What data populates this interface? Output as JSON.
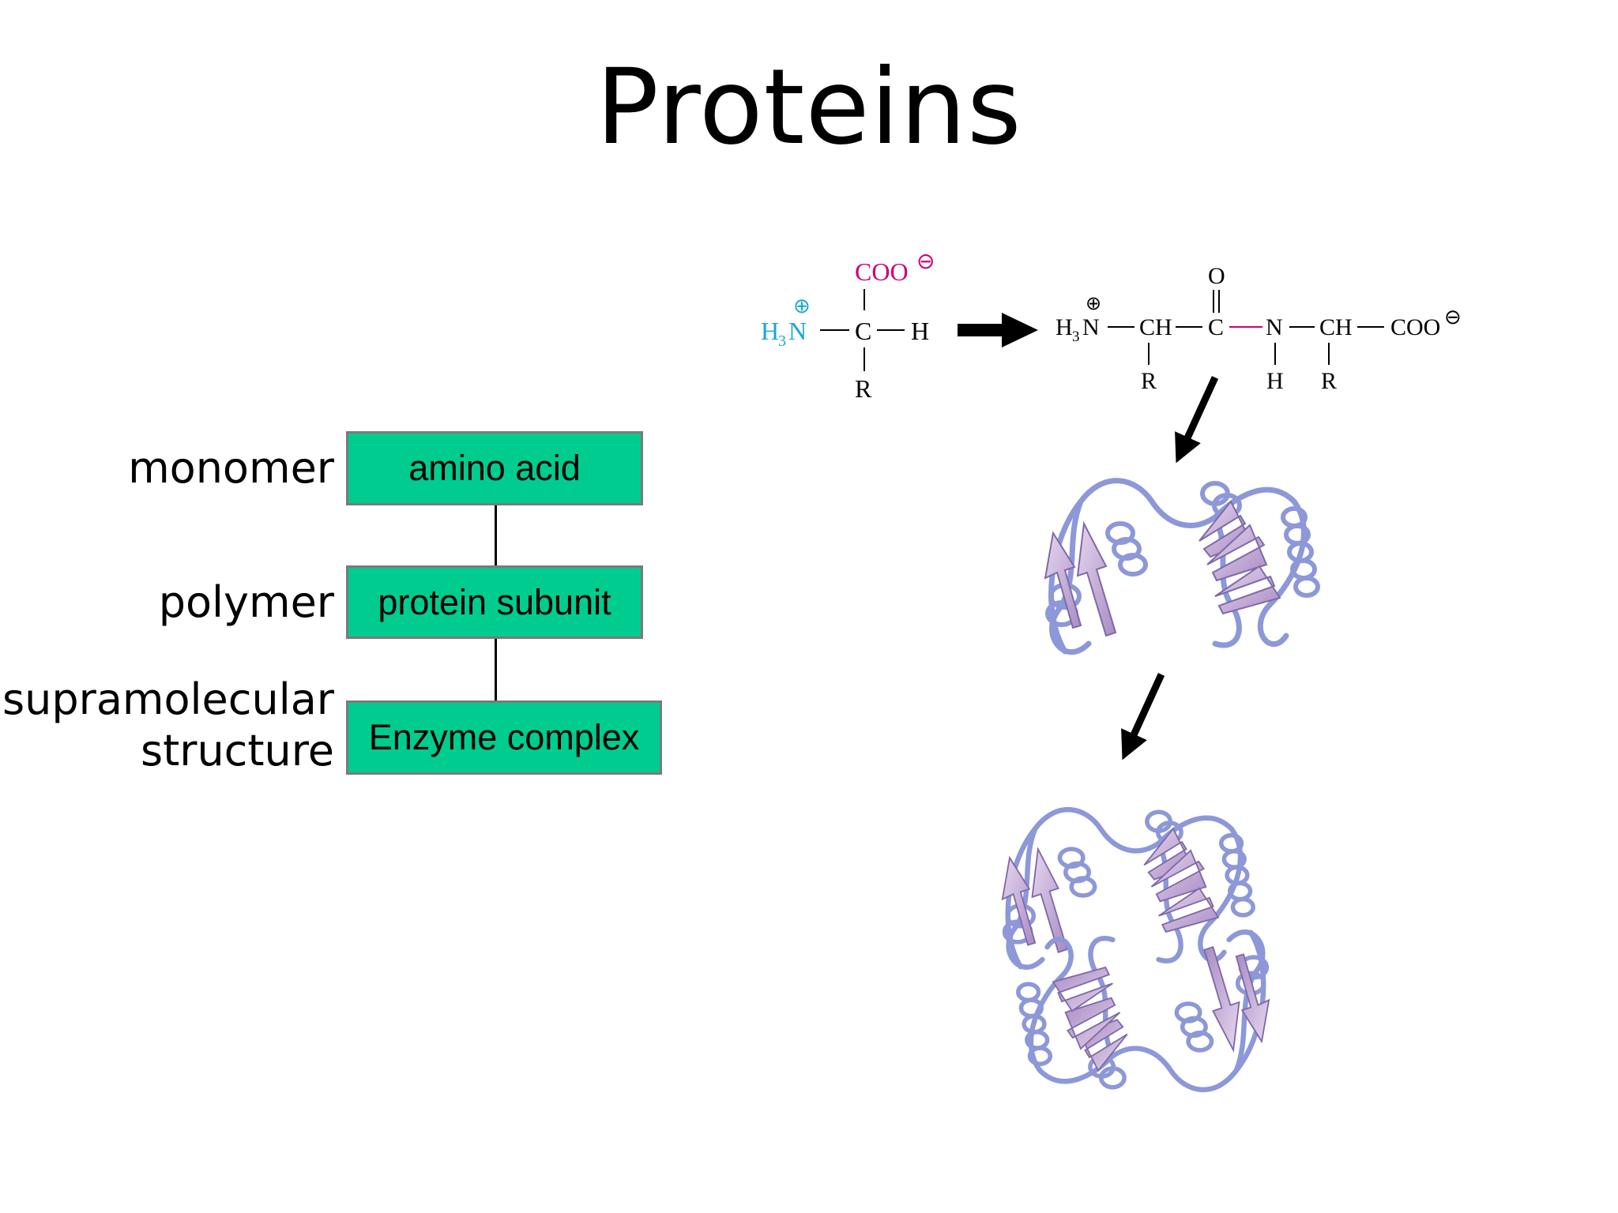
{
  "title": "Proteins",
  "hierarchy": [
    {
      "level": "monomer",
      "item": "amino acid"
    },
    {
      "level": "polymer",
      "item": "protein subunit"
    },
    {
      "level_lines": [
        "supramolecular",
        "structure"
      ],
      "item": "Enzyme complex"
    }
  ],
  "colors": {
    "box_fill": "#00cc8f",
    "box_border": "#7a7a7a",
    "carboxyl": "#cc0077",
    "amino": "#1aa7d6",
    "peptide_bond": "#cc0077",
    "protein_ribbon": "#8c98d8",
    "beta_sheet": "#c8a8d8"
  },
  "amino_acid": {
    "carboxyl": "COO",
    "charge_neg": "⊖",
    "charge_pos": "⊕",
    "amino_h": "H",
    "amino_sub": "3",
    "amino_n": "N",
    "alpha_c": "C",
    "h": "H",
    "r": "R"
  },
  "dipeptide": {
    "h": "H",
    "sub": "3",
    "n": "N",
    "ch1": "CH",
    "c": "C",
    "o": "O",
    "n2": "N",
    "ch2": "CH",
    "coo": "COO",
    "r1": "R",
    "h2": "H",
    "r2": "R",
    "charge_pos": "⊕",
    "charge_neg": "⊖"
  }
}
